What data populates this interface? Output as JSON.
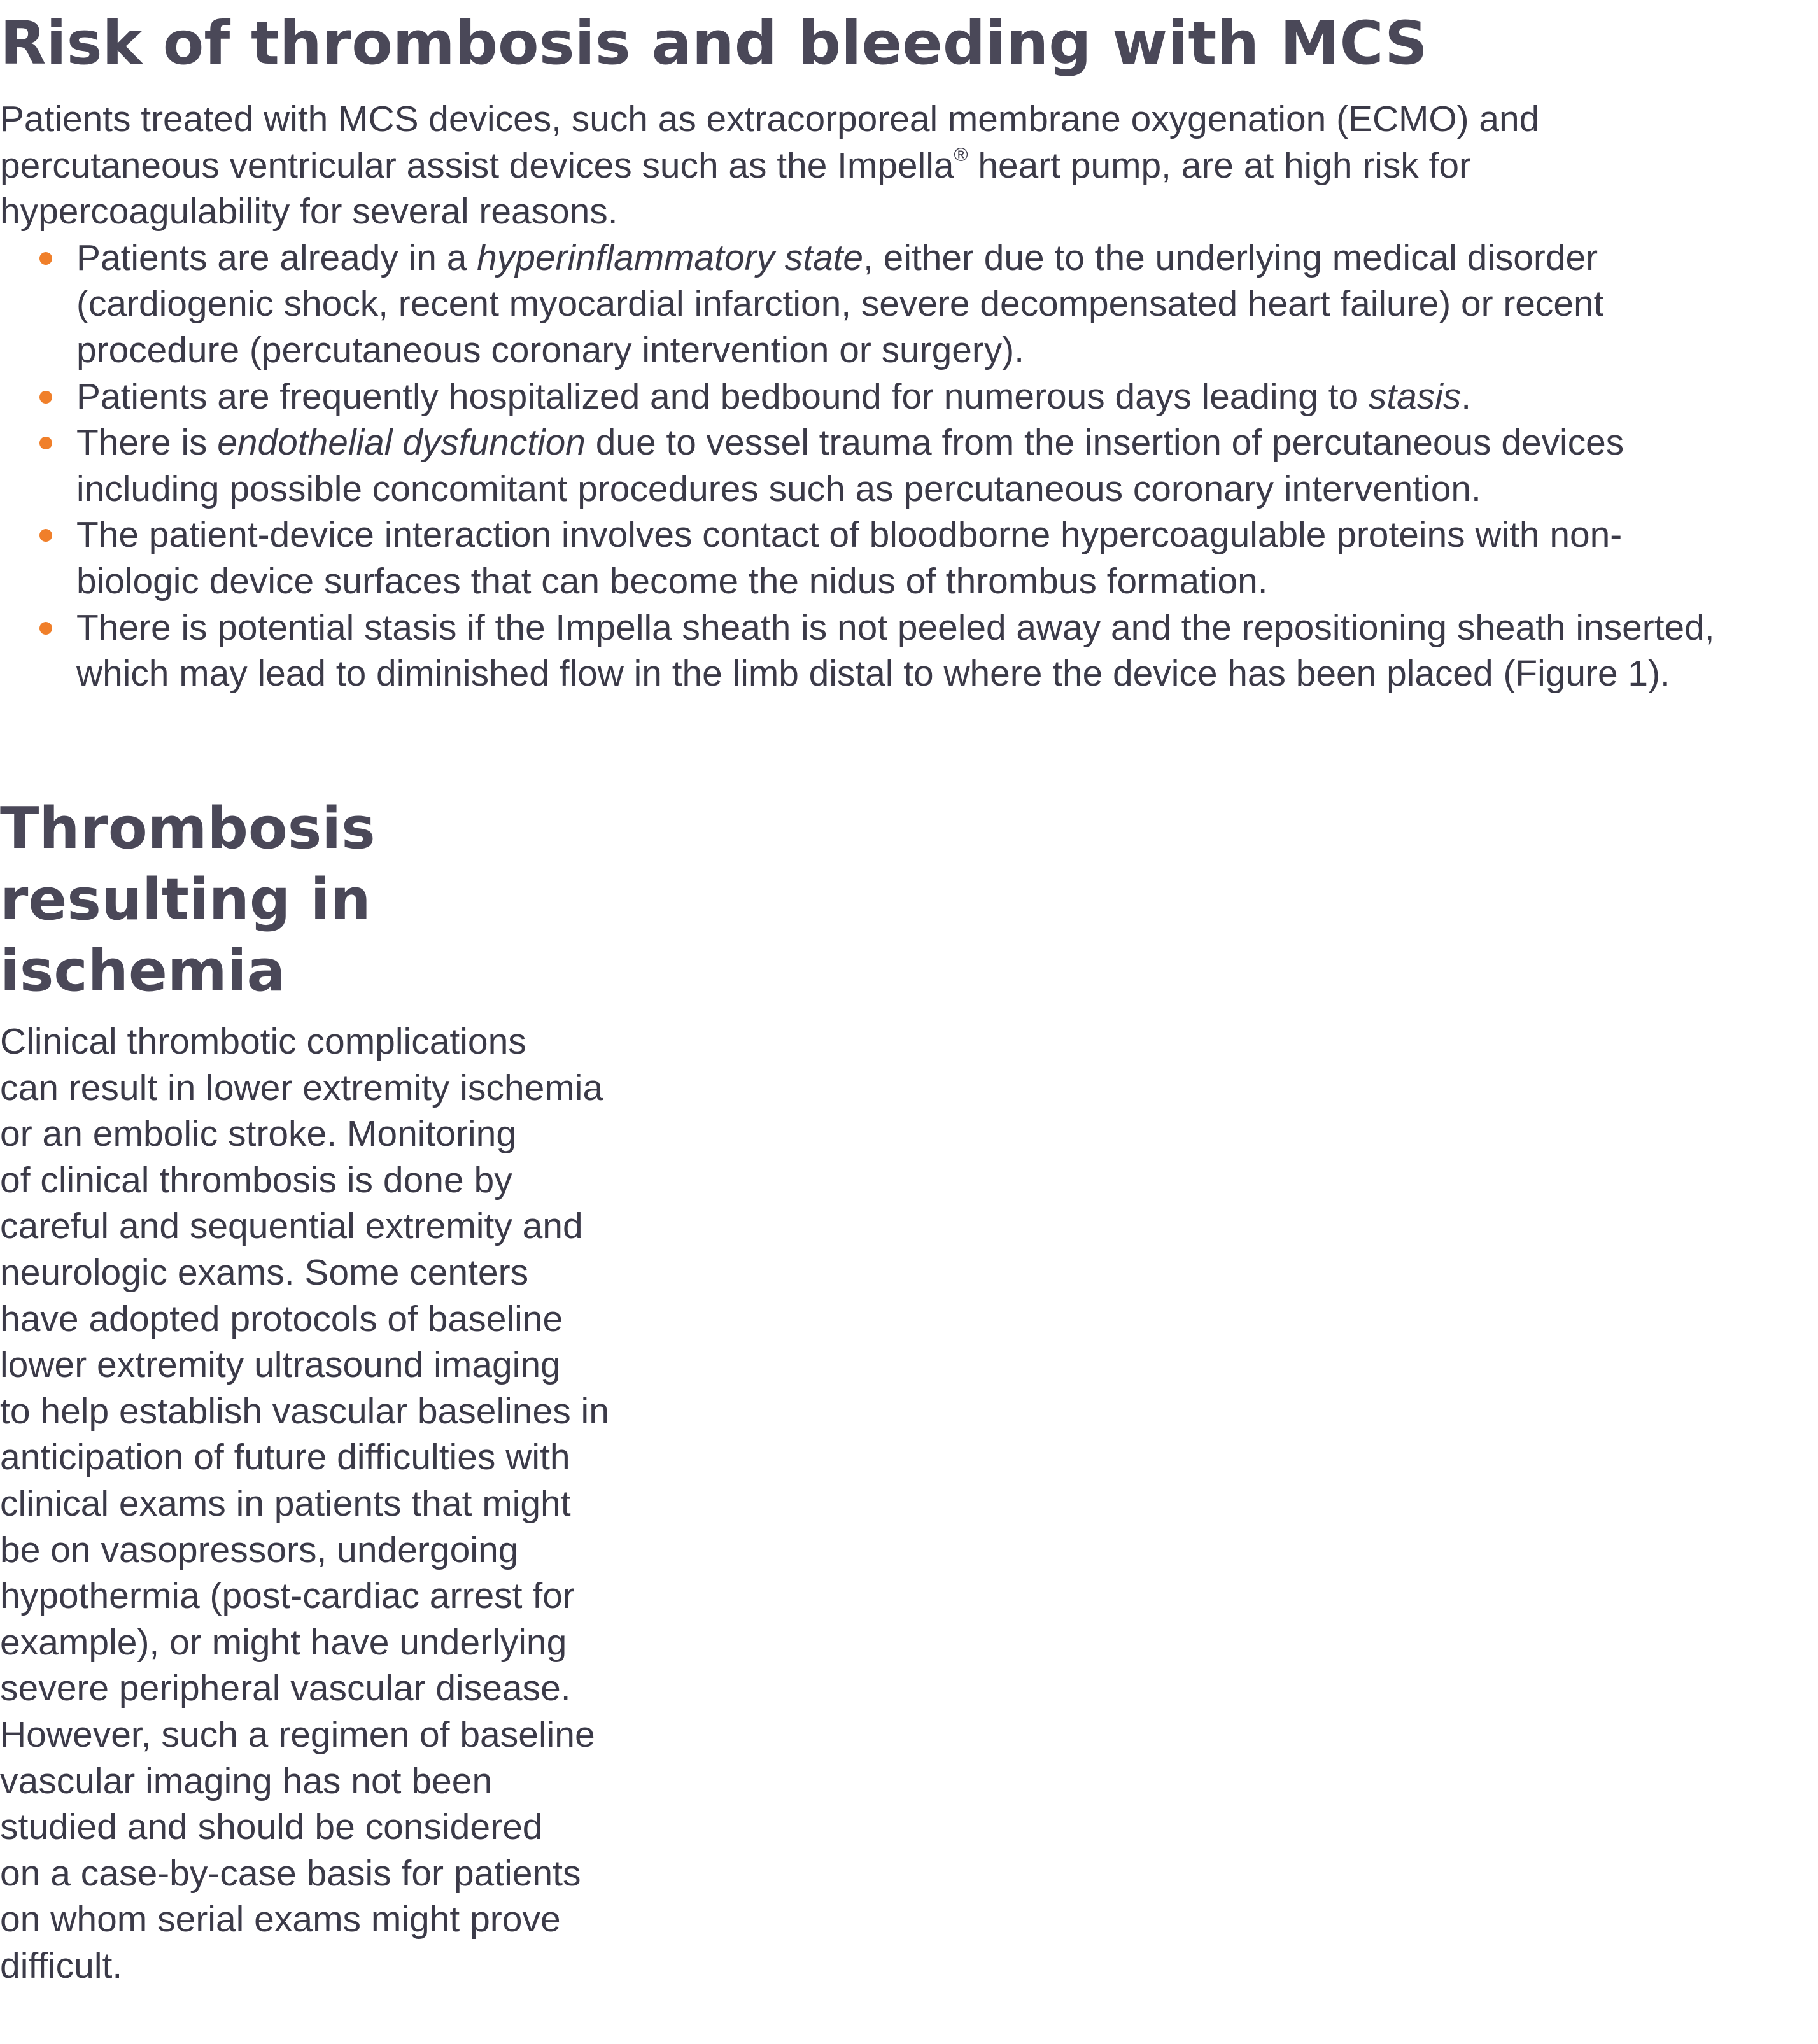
{
  "section1": {
    "title": "Risk of thrombosis and bleeding with MCS",
    "intro_lines": [
      "Patients treated with MCS devices, such as extracorporeal membrane oxygenation (ECMO) and",
      "percutaneous ventricular assist devices such as the Impella",
      "®",
      " heart pump, are at high risk for",
      "hypercoagulability for several reasons."
    ],
    "bullets": [
      {
        "l1_pre": "Patients are already in a ",
        "l1_em": "hyperinflammatory state",
        "l1_post": ", either due to the underlying medical disorder",
        "l2": "(cardiogenic shock, recent myocardial infarction, severe decompensated heart failure) or recent",
        "l3": "procedure (percutaneous coronary intervention or surgery)."
      },
      {
        "l1_pre": "Patients are frequently hospitalized and bedbound for numerous days leading to ",
        "l1_em": "stasis",
        "l1_post": "."
      },
      {
        "l1_pre": "There is ",
        "l1_em": "endothelial dysfunction",
        "l1_post": " due to vessel trauma from the insertion of percutaneous devices",
        "l2": "including possible concomitant procedures such as percutaneous coronary intervention."
      },
      {
        "l1": "The patient-device interaction involves contact of bloodborne hypercoagulable proteins with non-",
        "l2": "biologic device surfaces that can become the nidus of thrombus formation."
      },
      {
        "l1": "There is potential stasis if the Impella sheath is not peeled away and the repositioning sheath inserted,",
        "l2": "which may lead to diminished flow in the limb distal to where the device has been placed (Figure 1)."
      }
    ]
  },
  "section2": {
    "title_lines": [
      "Thrombosis",
      "resulting in",
      "ischemia"
    ],
    "body_lines": [
      "Clinical thrombotic complications",
      "can result in lower extremity ischemia",
      "or an embolic stroke. Monitoring",
      "of clinical thrombosis is done by",
      "careful and sequential extremity and",
      "neurologic exams. Some centers",
      "have adopted protocols of baseline",
      "lower extremity ultrasound imaging",
      "to help establish vascular baselines in",
      "anticipation of future difficulties with",
      "clinical exams in patients that might",
      "be on vasopressors, undergoing",
      "hypothermia (post-cardiac arrest for",
      "example), or might have underlying",
      "severe peripheral vascular disease.",
      "However, such a regimen of baseline",
      "vascular imaging has not been",
      "studied and should be considered",
      "on a case-by-case basis for patients",
      "on whom serial exams might prove",
      "difficult."
    ]
  },
  "colors": {
    "heading": "#4a4858",
    "text": "#3b3a48",
    "bullet": "#f07f2a"
  }
}
